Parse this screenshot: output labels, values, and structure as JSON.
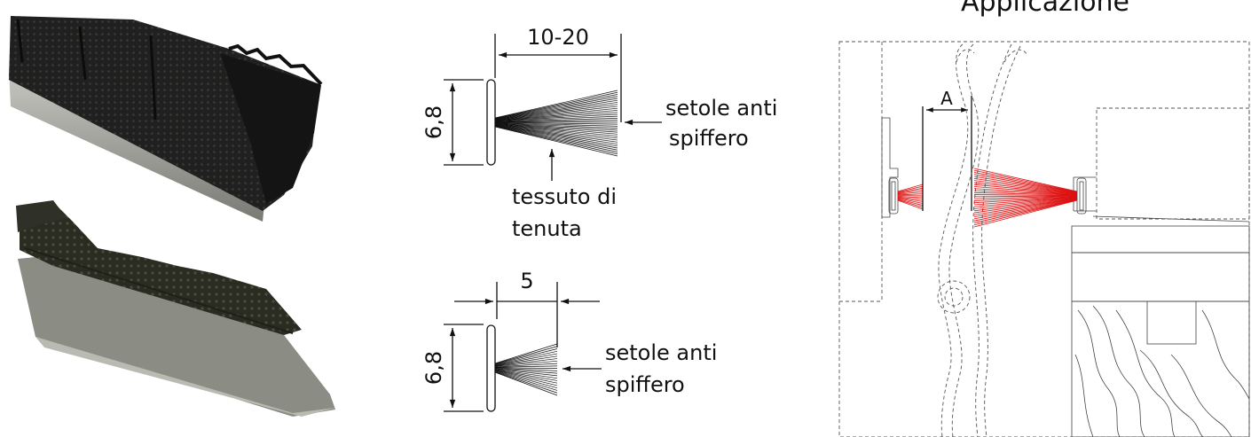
{
  "photos": {
    "top": {
      "subject": "brush-strip-with-fabric-photo"
    },
    "bottom": {
      "subject": "short-brush-strip-photo"
    }
  },
  "diagram_top": {
    "width_label": "10-20",
    "height_label": "6,8",
    "brush_label_line1": "setole anti",
    "brush_label_line2": "spiffero",
    "fabric_label_line1": "tessuto di",
    "fabric_label_line2": "tenuta"
  },
  "diagram_bottom": {
    "width_label": "5",
    "height_label": "6,8",
    "brush_label_line1": "setole anti",
    "brush_label_line2": "spiffero"
  },
  "application": {
    "title": "Applicazione",
    "gap_label": "A"
  },
  "colors": {
    "brush_red": "#dd1111",
    "ink": "#111111",
    "photo_dark": "#1a1a1a",
    "photo_grey": "#8f8f8a"
  }
}
